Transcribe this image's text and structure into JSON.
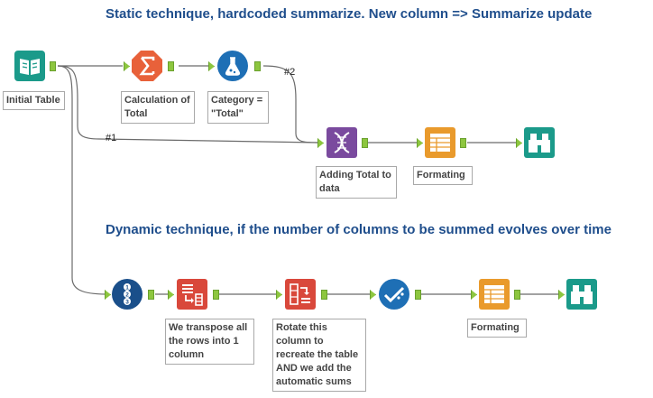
{
  "titles": {
    "static": "Static technique, hardcoded summarize. New column => Summarize update",
    "dynamic": "Dynamic technique, if the number of columns to be summed evolves over time"
  },
  "tools": {
    "input": "Initial Table",
    "summarize": "Calculation of Total",
    "formula": "Category = \"Total\"",
    "union": "Adding Total to data",
    "table1": "Formating",
    "transpose": "We transpose all the rows into 1 column",
    "crosstab": "Rotate this column to recreate the table AND we add the automatic sums",
    "table2": "Formating"
  },
  "connections": {
    "one": "#1",
    "two": "#2"
  },
  "icons": {
    "input": "book-input-icon",
    "summarize": "sigma-icon",
    "formula": "flask-icon",
    "union": "dna-union-icon",
    "table": "table-icon",
    "browse": "binoculars-icon",
    "record_id": "numbered-list-icon",
    "transpose": "transpose-icon",
    "crosstab": "crosstab-icon",
    "select": "check-select-icon"
  },
  "colors": {
    "title": "#1f4e8c",
    "teal": "#1b9a8a",
    "orange": "#e8613a",
    "blue": "#1e6fb5",
    "purple": "#7a4a9e",
    "table": "#e99a2c",
    "red": "#d9483b",
    "navy": "#1a4f8a",
    "anchor": "#8dc63f"
  }
}
